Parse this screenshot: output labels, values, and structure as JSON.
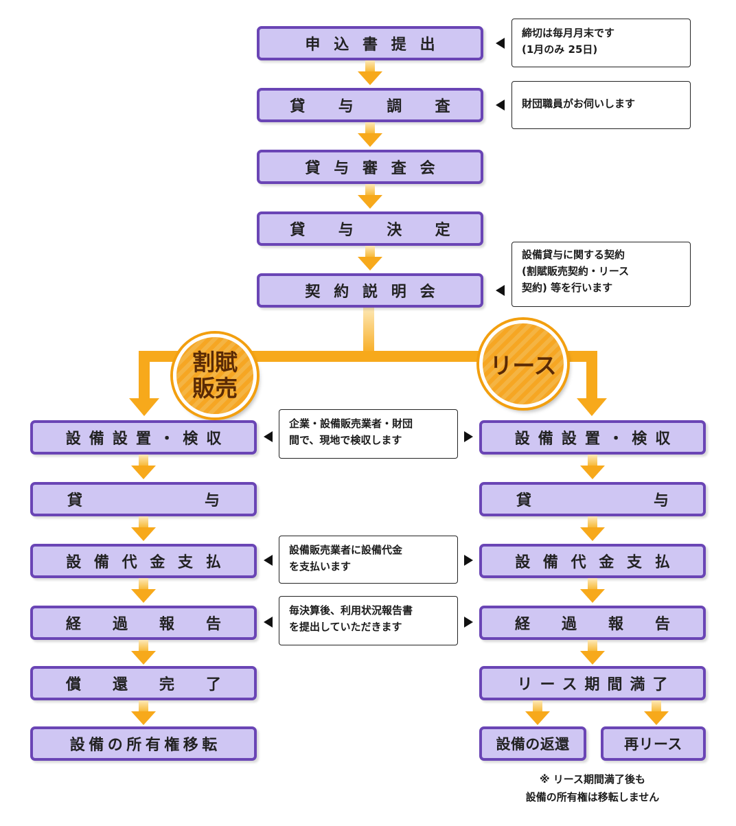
{
  "steps": {
    "application": "申込書提出",
    "survey": "貸与調査",
    "review": "貸与審査会",
    "decision": "貸与決定",
    "briefing": "契約説明会"
  },
  "notes": {
    "deadline": "締切は毎月月末です\n(1月のみ 25日)",
    "visit": "財団職員がお伺いします",
    "contract": "設備貸与に関する契約\n(割賦販売契約・リース\n契約) 等を行います",
    "inspection": "企業・設備販売業者・財団\n間で、現地で検収します",
    "payment": "設備販売業者に設備代金\nを支払います",
    "report": "毎決算後、利用状況報告書\nを提出していただきます"
  },
  "badges": {
    "installment": "割賦\n販売",
    "lease": "リース"
  },
  "installment": {
    "install": "設備設置・検収",
    "lend_a": "貸",
    "lend_b": "与",
    "payment": "設備代金支払",
    "report": [
      "経",
      "過",
      "報",
      "告"
    ],
    "repay": [
      "償",
      "還",
      "完",
      "了"
    ],
    "transfer": "設備の所有権移転"
  },
  "lease": {
    "install": "設備設置・検収",
    "lend_a": "貸",
    "lend_b": "与",
    "payment": "設備代金支払",
    "report": [
      "経",
      "過",
      "報",
      "告"
    ],
    "term_end": "リース期間満了",
    "return": "設備の返還",
    "relet": "再リース"
  },
  "footnote": "※ リース期間満了後も\n設備の所有権は移転しません",
  "colors": {
    "box_fill": "#cfc6f3",
    "box_border": "#6a45b5",
    "arrow": "#f7a91b",
    "badge_fill": "#f5a623"
  }
}
